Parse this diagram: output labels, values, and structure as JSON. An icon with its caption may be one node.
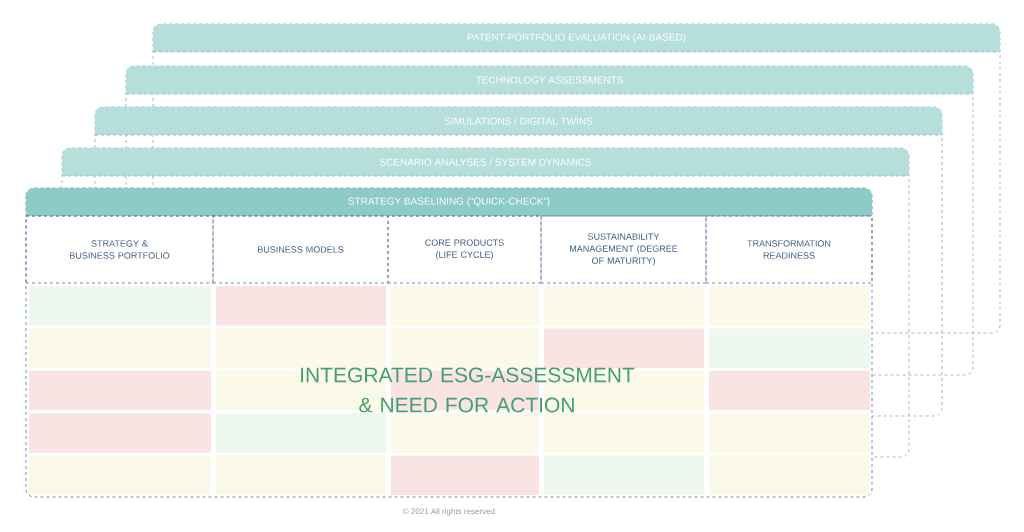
{
  "diagram": {
    "nodes": [
      {
        "text": [
          "PATENT-PORTFOLIO EVALUATION (AI-BASED)"
        ]
      },
      {
        "text": [
          "TECHNOLOGY ASSESSMENTS"
        ]
      },
      {
        "text": [
          "SIMULATIONS / DIGITAL TWINS"
        ]
      },
      {
        "text": [
          "SCENARIO ANALYSES / SYSTEM DYNAMICS"
        ]
      },
      {
        "text": [
          "STRATEGY BASELINING (“QUICK-CHECK”)"
        ]
      },
      {
        "text": [
          "STRATEGY & BUSINESS PORTFOLIO"
        ]
      },
      {
        "text": [
          "BUSINESS MODELS"
        ]
      },
      {
        "text": [
          "CORE PRODUCTS (LIFE CYCLE)"
        ]
      },
      {
        "text": [
          "SUSTAINABILITY MANAGEMENT (DEGREE OF MATURITY)"
        ]
      },
      {
        "text": [
          "TRANSFORMATION READINESS"
        ]
      }
    ],
    "labels": [
      "INTEGRATED ESG-ASSESSMENT & NEED FOR ACTION",
      "© 2021 All rights reserved."
    ]
  }
}
